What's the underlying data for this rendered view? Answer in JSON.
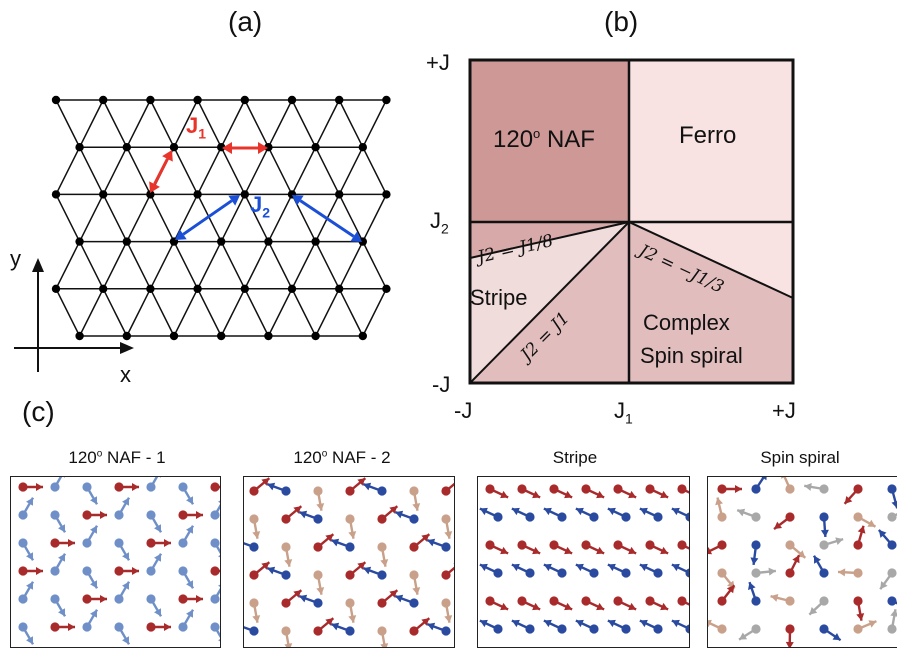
{
  "panel_labels": {
    "a": "(a)",
    "b": "(b)",
    "c": "(c)"
  },
  "lattice": {
    "j1_label": "J",
    "j1_sub": "1",
    "j2_label": "J",
    "j2_sub": "2",
    "y_axis": "y",
    "x_axis": "x",
    "colors": {
      "j1": "#e8342a",
      "j2": "#1a4fd6",
      "bond": "#111111"
    }
  },
  "phase_diagram": {
    "y_top": "+J",
    "y_mid_base": "J",
    "y_mid_sub": "2",
    "y_bottom": "-J",
    "x_left": "-J",
    "x_mid_base": "J",
    "x_mid_sub": "1",
    "x_right": "+J",
    "regions": {
      "naf_sup": "o",
      "naf_prefix": "120",
      "naf_suffix": " NAF",
      "ferro": "Ferro",
      "stripe": "Stripe",
      "complex_line1": "Complex",
      "complex_line2": "Spin spiral"
    },
    "boundary_labels": {
      "j2_j1_8": "J2 = J1/8",
      "j2_j1": "J2 = J1",
      "j2_neg_j1_3": "J2 = −J1/3"
    },
    "colors": {
      "naf": "#cd9896",
      "ferro": "#f9e2e2",
      "stripe": "#f1dcdc",
      "spiral": "#e2bdbd",
      "strip_naf": "#d7aaa9"
    }
  },
  "spin_configs": [
    {
      "title_prefix": "120",
      "title_sup": "o",
      "title_suffix": " NAF - 1"
    },
    {
      "title_prefix": "120",
      "title_sup": "o",
      "title_suffix": " NAF - 2"
    },
    {
      "title_prefix": "Stripe",
      "title_sup": "",
      "title_suffix": ""
    },
    {
      "title_prefix": "Spin spiral",
      "title_sup": "",
      "title_suffix": ""
    }
  ],
  "spin_colors": {
    "red": "#a82a2a",
    "blue": "#2a4aa0",
    "lightblue": "#6f8fc8",
    "tan": "#c9a08a",
    "grey": "#a8a8a8"
  }
}
